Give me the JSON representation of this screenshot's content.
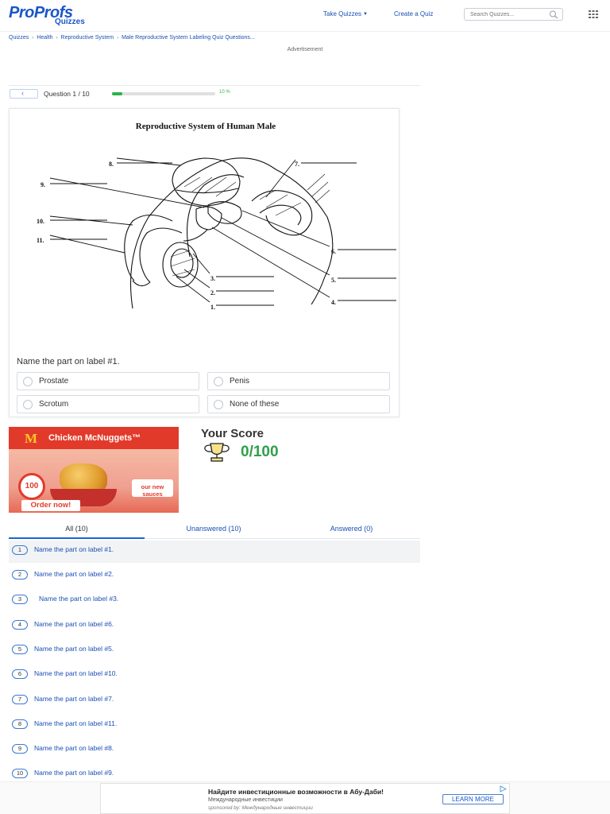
{
  "header": {
    "logo_main": "ProProfs",
    "logo_sub": "Quizzes",
    "nav_take": "Take Quizzes",
    "nav_create": "Create a Quiz",
    "search_placeholder": "Search Quizzes..."
  },
  "breadcrumb": [
    "Quizzes",
    "Health",
    "Reproductive System",
    "Male Reproductive System Labeling Quiz Questions..."
  ],
  "advert_label": "Advertisement",
  "progress": {
    "counter": "Question 1 / 10",
    "percent_label": "10 %",
    "fraction": 0.1
  },
  "question": {
    "diagram_title": "Reproductive System of Human Male",
    "diagram_labels": [
      "1.",
      "2.",
      "3.",
      "4.",
      "5.",
      "6.",
      "7.",
      "8.",
      "9.",
      "10.",
      "11."
    ],
    "text": "Name the part on label #1.",
    "options": [
      "Prostate",
      "Penis",
      "Scrotum",
      "None of these"
    ]
  },
  "ad": {
    "logo": "M",
    "title": "Chicken McNuggets™",
    "badge": "100",
    "sauce_tag": "our new sauces",
    "order_button": "Order now!"
  },
  "score": {
    "title": "Your Score",
    "value": "0/100"
  },
  "tabs": [
    {
      "label": "All (10)"
    },
    {
      "label": "Unanswered (10)"
    },
    {
      "label": "Answered (0)"
    }
  ],
  "question_list": [
    {
      "num": "1",
      "label": "Name the part on label #1."
    },
    {
      "num": "2",
      "label": "Name the part on label #2."
    },
    {
      "num": "3",
      "label": "Name the part on label #3."
    },
    {
      "num": "4",
      "label": "Name the part on label #6."
    },
    {
      "num": "5",
      "label": "Name the part on label #5."
    },
    {
      "num": "6",
      "label": "Name the part on label #10."
    },
    {
      "num": "7",
      "label": "Name the part on label #7."
    },
    {
      "num": "8",
      "label": "Name the part on label #11."
    },
    {
      "num": "9",
      "label": "Name the part on label #8."
    },
    {
      "num": "10",
      "label": "Name the part on label #9."
    }
  ],
  "bottom_ad": {
    "headline": "Найдите инвестиционные возможности в Абу-Даби!",
    "company": "Международные инвестиции",
    "sponsor": "sponsored by: Международные инвестиции",
    "button": "LEARN MORE"
  },
  "colors": {
    "brand_blue": "#1a56c8",
    "link_blue": "#1a4fb5",
    "progress_green": "#2bb34b",
    "score_green": "#2ea04a"
  }
}
